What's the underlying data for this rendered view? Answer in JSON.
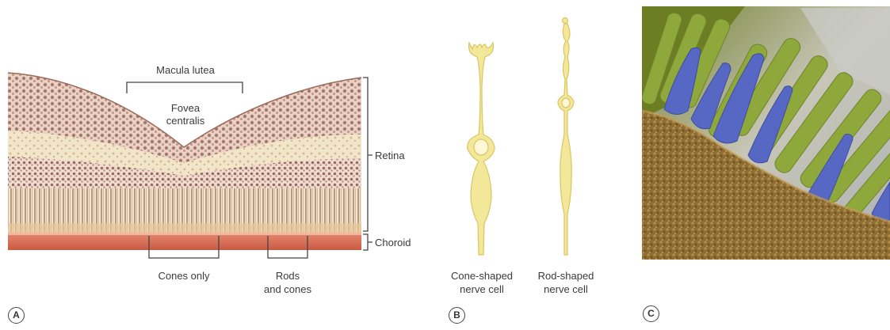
{
  "panel_a": {
    "labels": {
      "macula_lutea": "Macula lutea",
      "fovea_line1": "Fovea",
      "fovea_line2": "centralis",
      "retina": "Retina",
      "choroid": "Choroid",
      "cones_only": "Cones only",
      "rods_line1": "Rods",
      "rods_line2": "and cones"
    },
    "badge": "A"
  },
  "panel_b": {
    "cone_line1": "Cone-shaped",
    "cone_line2": "nerve cell",
    "rod_line1": "Rod-shaped",
    "rod_line2": "nerve cell",
    "badge": "B"
  },
  "panel_c": {
    "badge": "C"
  },
  "colors": {
    "cell_fill": "#f3e79a",
    "cell_stroke": "#d9c660",
    "tissue_pink": "#e7c7bf",
    "choroid": "#d9735c",
    "micro_green": "#8fa83c",
    "micro_blue": "#5668c4",
    "micro_brown": "#9a7a3a"
  }
}
